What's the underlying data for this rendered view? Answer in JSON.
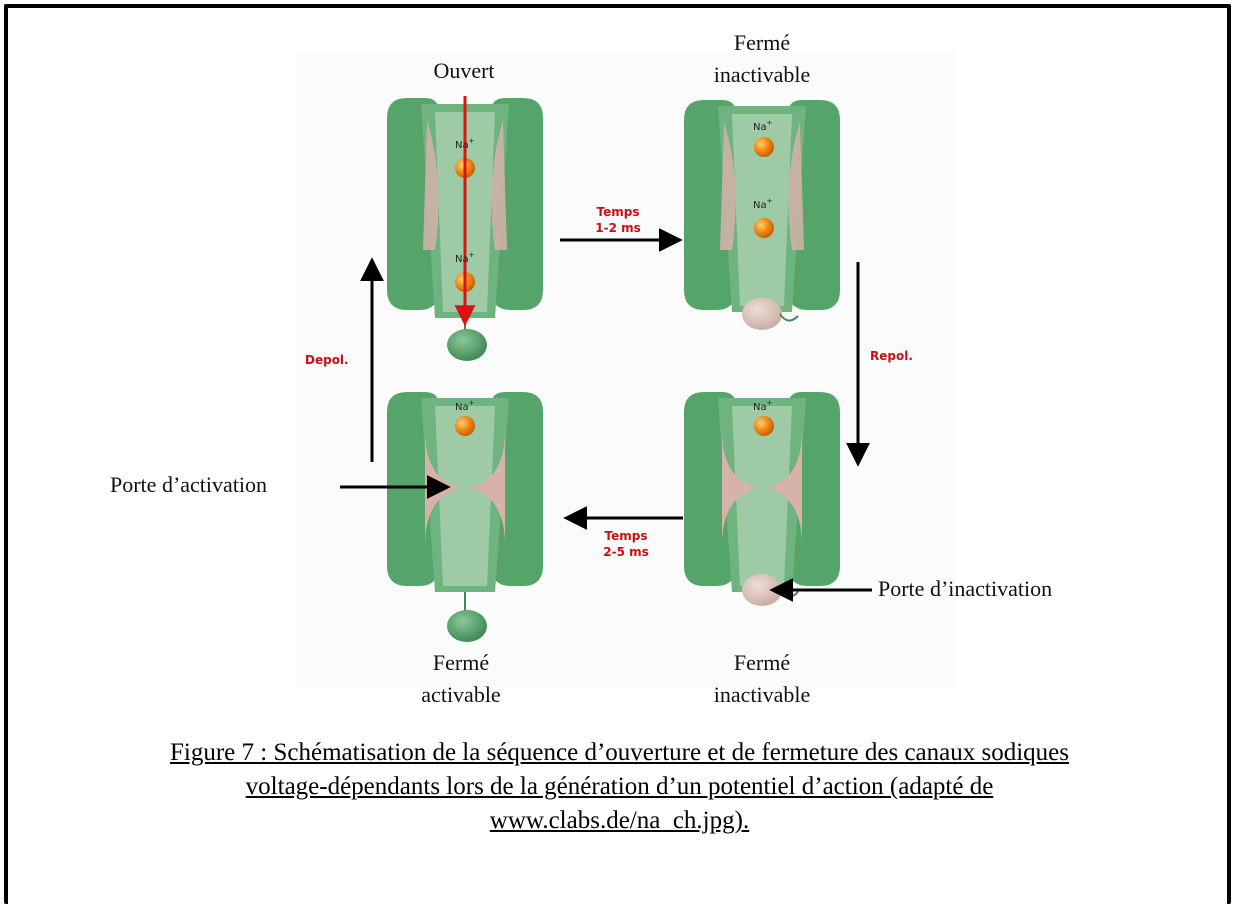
{
  "states": {
    "top_left": [
      "Ouvert"
    ],
    "top_right": [
      "Fermé",
      "inactivable"
    ],
    "bottom_left": [
      "Fermé",
      "activable"
    ],
    "bottom_right": [
      "Fermé",
      "inactivable"
    ]
  },
  "transitions": {
    "top": [
      "Temps",
      "1-2 ms"
    ],
    "right": "Repol.",
    "bottom": [
      "Temps",
      "2-5 ms"
    ],
    "left": "Depol."
  },
  "ion_label": "Na",
  "ion_charge": "+",
  "callouts": {
    "activation_gate": "Porte d’activation",
    "inactivation_gate": "Porte d’inactivation"
  },
  "caption": {
    "line1": "Figure 7 : Schématisation de la séquence d’ouverture et de fermeture des canaux sodiques",
    "line2": "voltage-dépendants lors de la génération d’un potentiel d’action (adapté de",
    "line3": "www.clabs.de/na_ch.jpg)."
  },
  "colors": {
    "channel_green": "#55a56a",
    "channel_dark": "#3f8a55",
    "pore_green": "#9fcaa6",
    "gate_pink": "#d6b2aa",
    "ion_orange": "#f28a10",
    "flux_arrow": "#d81414",
    "transition_text": "#c41212"
  }
}
